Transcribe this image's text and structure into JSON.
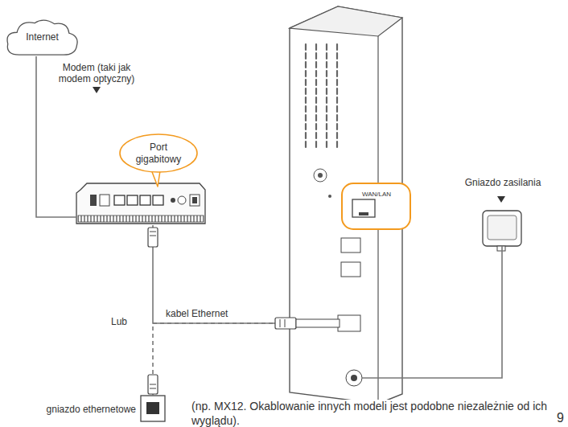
{
  "diagram": {
    "nodes": [
      {
        "text": [
          "Internet"
        ]
      },
      {
        "text": [
          "Modem (taki jak modem optyczny)"
        ]
      },
      {
        "text": [
          "Port gigabitowy"
        ]
      },
      {
        "text": [
          "WAN/LAN"
        ]
      },
      {
        "text": [
          "Gniazdo zasilania"
        ]
      },
      {
        "text": [
          "gniazdo ethernetowe"
        ]
      }
    ],
    "edges": [
      {
        "from": 0,
        "to": 1,
        "arrow": "none"
      },
      {
        "from": 1,
        "to": 3,
        "label": "kabel Ethernet",
        "arrow": "none"
      },
      {
        "from": 5,
        "to": 3,
        "label": "Lub",
        "arrow": "none"
      },
      {
        "from": 4,
        "to": 3,
        "arrow": "none"
      }
    ],
    "labels": [
      "(np. MX12. Okablowanie innych modeli jest podobne niezależnie od ich wyglądu).",
      "9"
    ]
  }
}
